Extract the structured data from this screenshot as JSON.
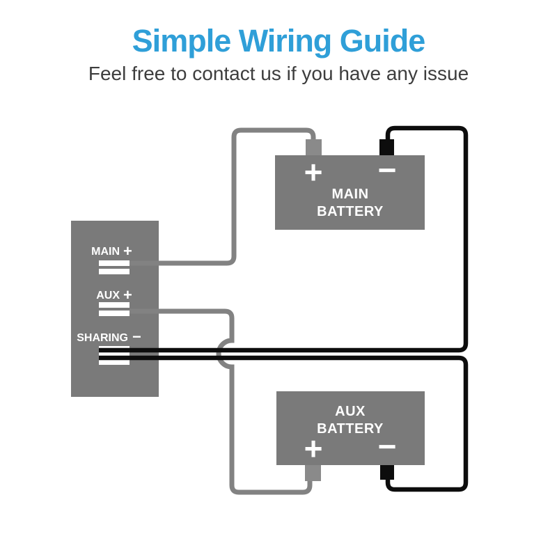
{
  "header": {
    "title": "Simple Wiring Guide",
    "subtitle": "Feel free to contact us if you have any issue"
  },
  "device": {
    "terminals": [
      {
        "label": "MAIN",
        "symbol": "+"
      },
      {
        "label": "AUX",
        "symbol": "+"
      },
      {
        "label": "SHARING",
        "symbol": "−"
      }
    ]
  },
  "batteries": [
    {
      "lines": [
        "MAIN",
        "BATTERY"
      ],
      "positive": "+",
      "negative": "−"
    },
    {
      "lines": [
        "AUX",
        "BATTERY"
      ],
      "positive": "+",
      "negative": "−"
    }
  ],
  "wires": [
    {
      "from": "MAIN +",
      "to": "MAIN BATTERY +",
      "color": "gray"
    },
    {
      "from": "AUX +",
      "to": "AUX BATTERY +",
      "color": "gray"
    },
    {
      "from": "SHARING −",
      "to": "MAIN BATTERY −",
      "color": "black"
    },
    {
      "from": "SHARING −",
      "to": "AUX BATTERY −",
      "color": "black"
    }
  ],
  "colors": {
    "title_blue": "#2f9fd8",
    "subtitle_gray": "#3d3d3d",
    "component_gray": "#7a7a7a",
    "terminal_post_gray": "#8a8a8a",
    "wire_gray": "#828282",
    "wire_black": "#0d0d0d",
    "terminal_bar_white": "#ffffff",
    "background": "#ffffff"
  }
}
